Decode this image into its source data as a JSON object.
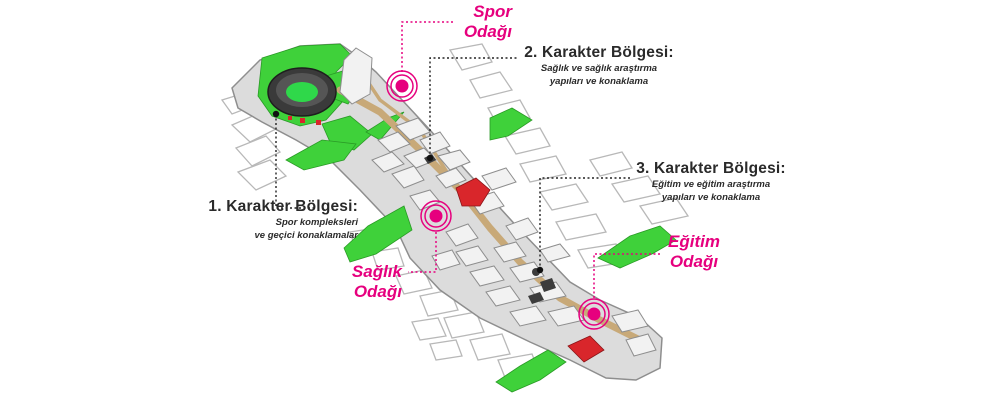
{
  "colors": {
    "green": "#3fd13a",
    "focus_pink": "#e6007e",
    "landmark_red": "#d9262b",
    "building_white": "#f2f2f2",
    "outline_grey": "#9a9a9a",
    "path_tan": "#c8a978",
    "ground_grey": "#dcdcdc"
  },
  "focus_points": {
    "spor": {
      "line1": "Spor",
      "line2": "Odağı"
    },
    "saglik": {
      "line1": "Sağlık",
      "line2": "Odağı"
    },
    "egitim": {
      "line1": "Eğitim",
      "line2": "Odağı"
    }
  },
  "zones": {
    "zone1": {
      "title": "1. Karakter Bölgesi:",
      "desc1": "Spor kompleksleri",
      "desc2": "ve geçici konaklamalar"
    },
    "zone2": {
      "title": "2. Karakter Bölgesi:",
      "desc1": "Sağlık ve sağlık araştırma",
      "desc2": "yapıları ve konaklama"
    },
    "zone3": {
      "title": "3. Karakter Bölgesi:",
      "desc1": "Eğitim ve eğitim araştırma",
      "desc2": "yapıları ve konaklama"
    }
  }
}
